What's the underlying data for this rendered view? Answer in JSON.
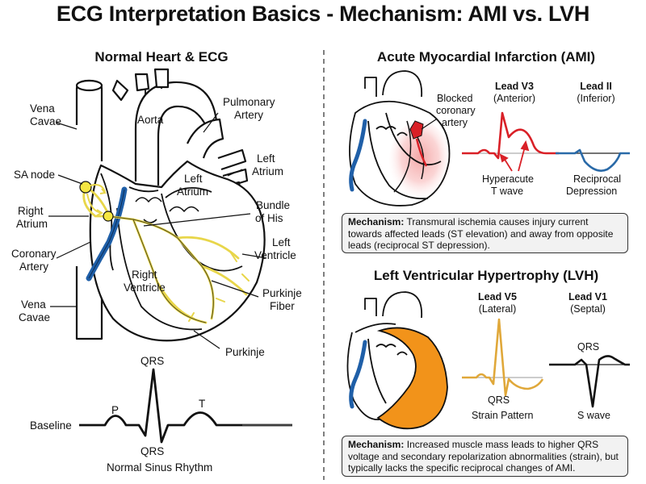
{
  "title": "ECG Interpretation Basics - Mechanism: AMI vs. LVH",
  "left_panel": {
    "title": "Normal Heart & ECG",
    "labels": {
      "vena_cavae_top": [
        "Vena",
        "Cavae"
      ],
      "aorta": "Aorta",
      "pulmonary_artery": [
        "Pulmonary",
        "Artery"
      ],
      "left_atrium_outer": [
        "Left",
        "Atrium"
      ],
      "left_atrium_inner": [
        "Left",
        "Atrium"
      ],
      "sa_node": "SA node",
      "right_atrium": [
        "Right",
        "Atrium"
      ],
      "bundle_of_his": [
        "Bundle",
        "of His"
      ],
      "coronary_artery": [
        "Coronary",
        "Artery"
      ],
      "left_ventricle": [
        "Left",
        "Ventricle"
      ],
      "right_ventricle": [
        "Right",
        "Ventricle"
      ],
      "purkinje_fiber": [
        "Purkinje",
        "Fiber"
      ],
      "vena_cavae_bottom": [
        "Vena",
        "Cavae"
      ],
      "purkinje": "Purkinje"
    },
    "ecg": {
      "qrs_top": "QRS",
      "p": "P",
      "t": "T",
      "baseline": "Baseline",
      "qrs_bottom": "QRS",
      "caption": "Normal Sinus Rhythm"
    }
  },
  "ami_panel": {
    "title": "Acute Myocardial Infarction (AMI)",
    "blocked_label": [
      "Blocked",
      "coronary",
      "artery"
    ],
    "lead_v3": {
      "name": "Lead V3",
      "region": "(Anterior)"
    },
    "lead_ii": {
      "name": "Lead II",
      "region": "(Inferior)"
    },
    "hyperacute": [
      "Hyperacute",
      "T wave"
    ],
    "reciprocal": [
      "Reciprocal",
      "Depression"
    ],
    "mechanism_label": "Mechanism:",
    "mechanism_text": "Transmural ischemia causes injury current towards affected leads (ST elevation) and away from opposite leads (reciprocal ST depression)."
  },
  "lvh_panel": {
    "title": "Left Ventricular Hypertrophy (LVH)",
    "lead_v5": {
      "name": "Lead V5",
      "region": "(Lateral)"
    },
    "lead_v1": {
      "name": "Lead V1",
      "region": "(Septal)"
    },
    "qrs_v5": "QRS",
    "strain": "Strain Pattern",
    "qrs_v1": "QRS",
    "s_wave": "S wave",
    "mechanism_label": "Mechanism:",
    "mechanism_text": "Increased muscle mass leads to higher QRS voltage and secondary repolarization abnormalities (strain), but typically lacks the specific reciprocal changes of AMI."
  },
  "colors": {
    "vessel_blue": "#1f5fa8",
    "conduction_yellow": "#e8d64a",
    "ami_red": "#d92027",
    "lead_ii_blue": "#2a6aa8",
    "lvh_orange": "#f2931a"
  }
}
